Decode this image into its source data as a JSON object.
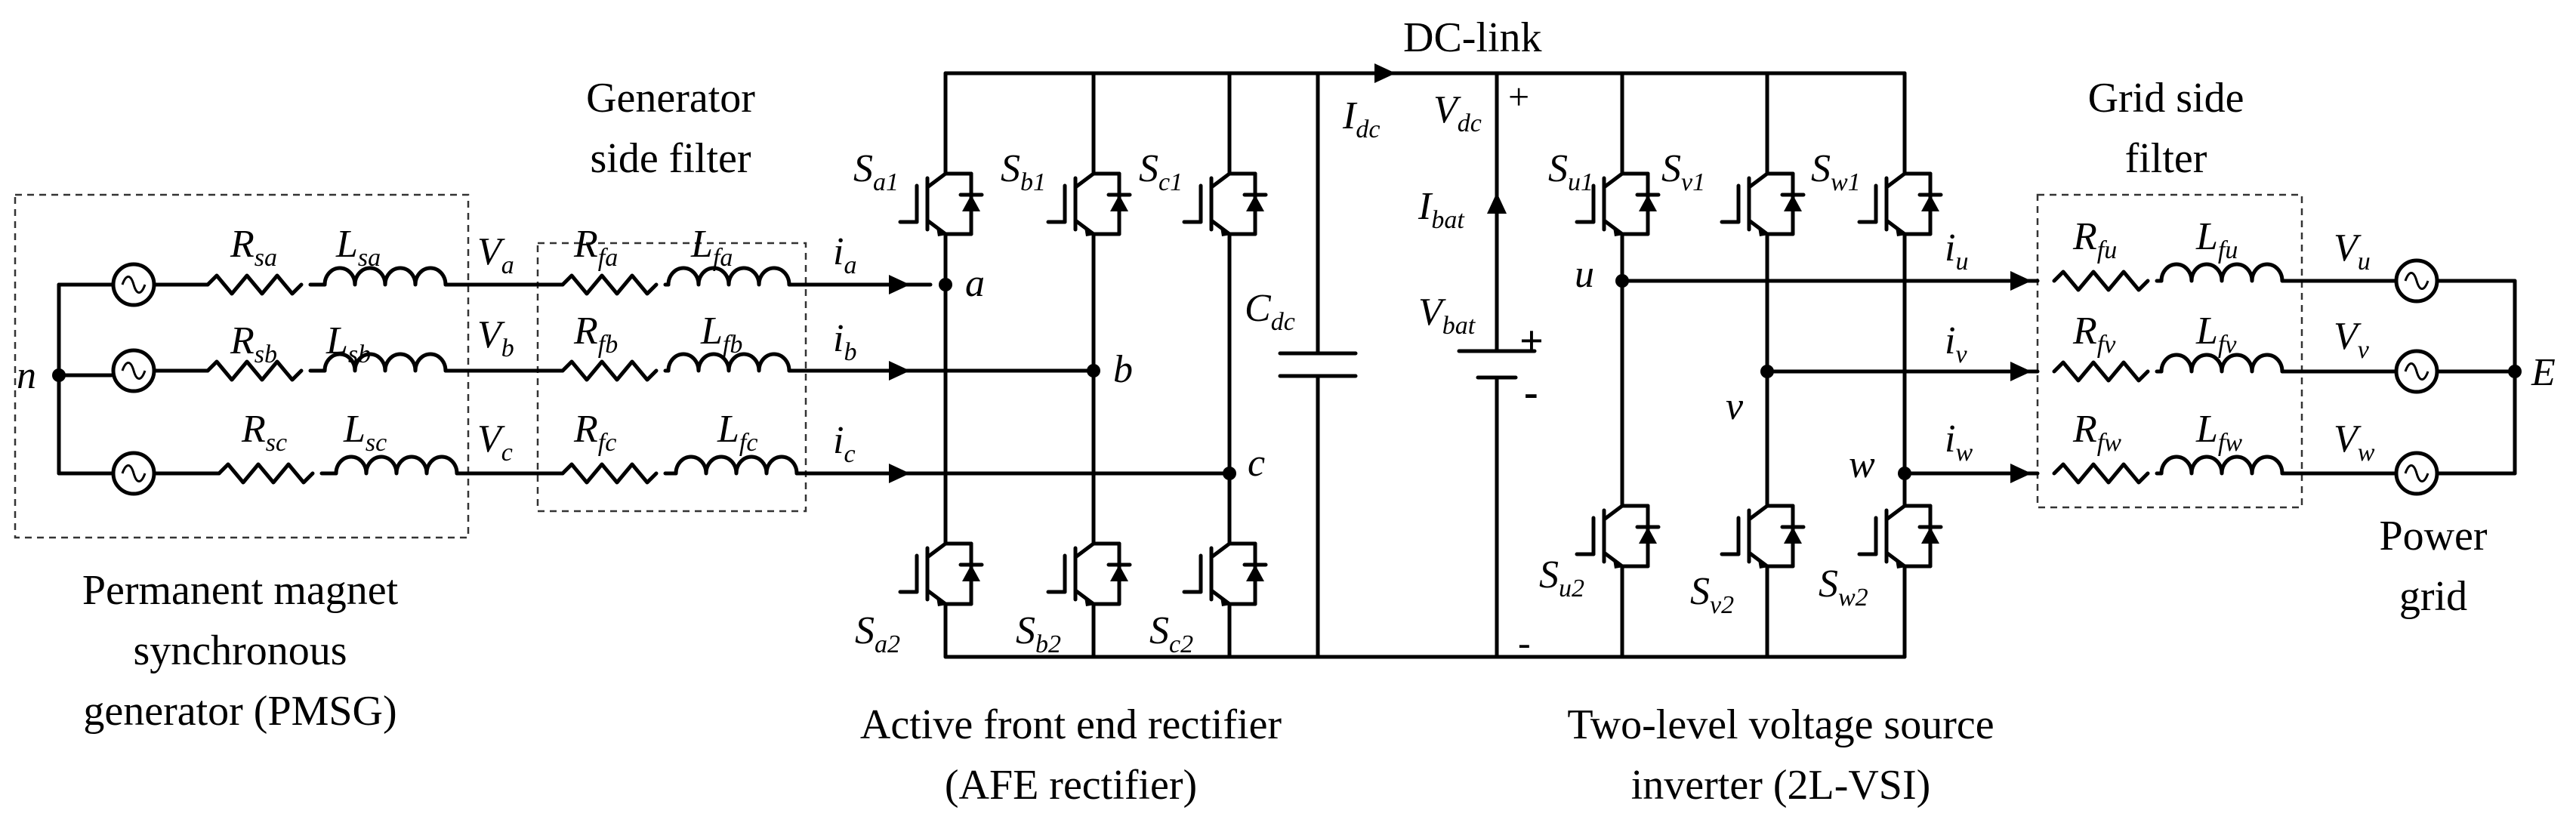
{
  "blocks": {
    "pmsg": [
      "Permanent magnet",
      "synchronous",
      "generator (PMSG)"
    ],
    "gen_filter": [
      "Generator",
      "side filter"
    ],
    "afe": [
      "Active front end rectifier",
      "(AFE rectifier)"
    ],
    "dclink": "DC-link",
    "vsi": [
      "Two-level voltage source",
      "inverter (2L-VSI)"
    ],
    "grid_filter": [
      "Grid side",
      "filter"
    ],
    "grid": [
      "Power",
      "grid"
    ]
  },
  "nodes": {
    "neutral": "n",
    "grid_neutral": "E",
    "a": "a",
    "b": "b",
    "c": "c",
    "u": "u",
    "v": "v",
    "w": "w"
  },
  "gen_phases": [
    {
      "R": "R",
      "R_sub": "sa",
      "L": "L",
      "L_sub": "sa",
      "V": "V",
      "V_sub": "a",
      "Rf": "R",
      "Rf_sub": "fa",
      "Lf": "L",
      "Lf_sub": "fa",
      "i": "i",
      "i_sub": "a"
    },
    {
      "R": "R",
      "R_sub": "sb",
      "L": "L",
      "L_sub": "sb",
      "V": "V",
      "V_sub": "b",
      "Rf": "R",
      "Rf_sub": "fb",
      "Lf": "L",
      "Lf_sub": "fb",
      "i": "i",
      "i_sub": "b"
    },
    {
      "R": "R",
      "R_sub": "sc",
      "L": "L",
      "L_sub": "sc",
      "V": "V",
      "V_sub": "c",
      "Rf": "R",
      "Rf_sub": "fc",
      "Lf": "L",
      "Lf_sub": "fc",
      "i": "i",
      "i_sub": "c"
    }
  ],
  "grid_phases": [
    {
      "i": "i",
      "i_sub": "u",
      "Rf": "R",
      "Rf_sub": "fu",
      "Lf": "L",
      "Lf_sub": "fu",
      "V": "V",
      "V_sub": "u"
    },
    {
      "i": "i",
      "i_sub": "v",
      "Rf": "R",
      "Rf_sub": "fv",
      "Lf": "L",
      "Lf_sub": "fv",
      "V": "V",
      "V_sub": "v"
    },
    {
      "i": "i",
      "i_sub": "w",
      "Rf": "R",
      "Rf_sub": "fw",
      "Lf": "L",
      "Lf_sub": "fw",
      "V": "V",
      "V_sub": "w"
    }
  ],
  "switches": {
    "top": [
      {
        "m": "S",
        "sub": "a1"
      },
      {
        "m": "S",
        "sub": "b1"
      },
      {
        "m": "S",
        "sub": "c1"
      },
      {
        "m": "S",
        "sub": "u1"
      },
      {
        "m": "S",
        "sub": "v1"
      },
      {
        "m": "S",
        "sub": "w1"
      }
    ],
    "bottom": [
      {
        "m": "S",
        "sub": "a2"
      },
      {
        "m": "S",
        "sub": "b2"
      },
      {
        "m": "S",
        "sub": "c2"
      },
      {
        "m": "S",
        "sub": "u2"
      },
      {
        "m": "S",
        "sub": "v2"
      },
      {
        "m": "S",
        "sub": "w2"
      }
    ]
  },
  "dc": {
    "idc": {
      "m": "I",
      "sub": "dc"
    },
    "vdc": {
      "m": "V",
      "sub": "dc"
    },
    "cdc": {
      "m": "C",
      "sub": "dc"
    },
    "ibat": {
      "m": "I",
      "sub": "bat"
    },
    "vbat": {
      "m": "V",
      "sub": "bat"
    },
    "plus_top": "+",
    "minus_bottom": "-",
    "bat_plus": "+",
    "bat_minus": "-"
  }
}
